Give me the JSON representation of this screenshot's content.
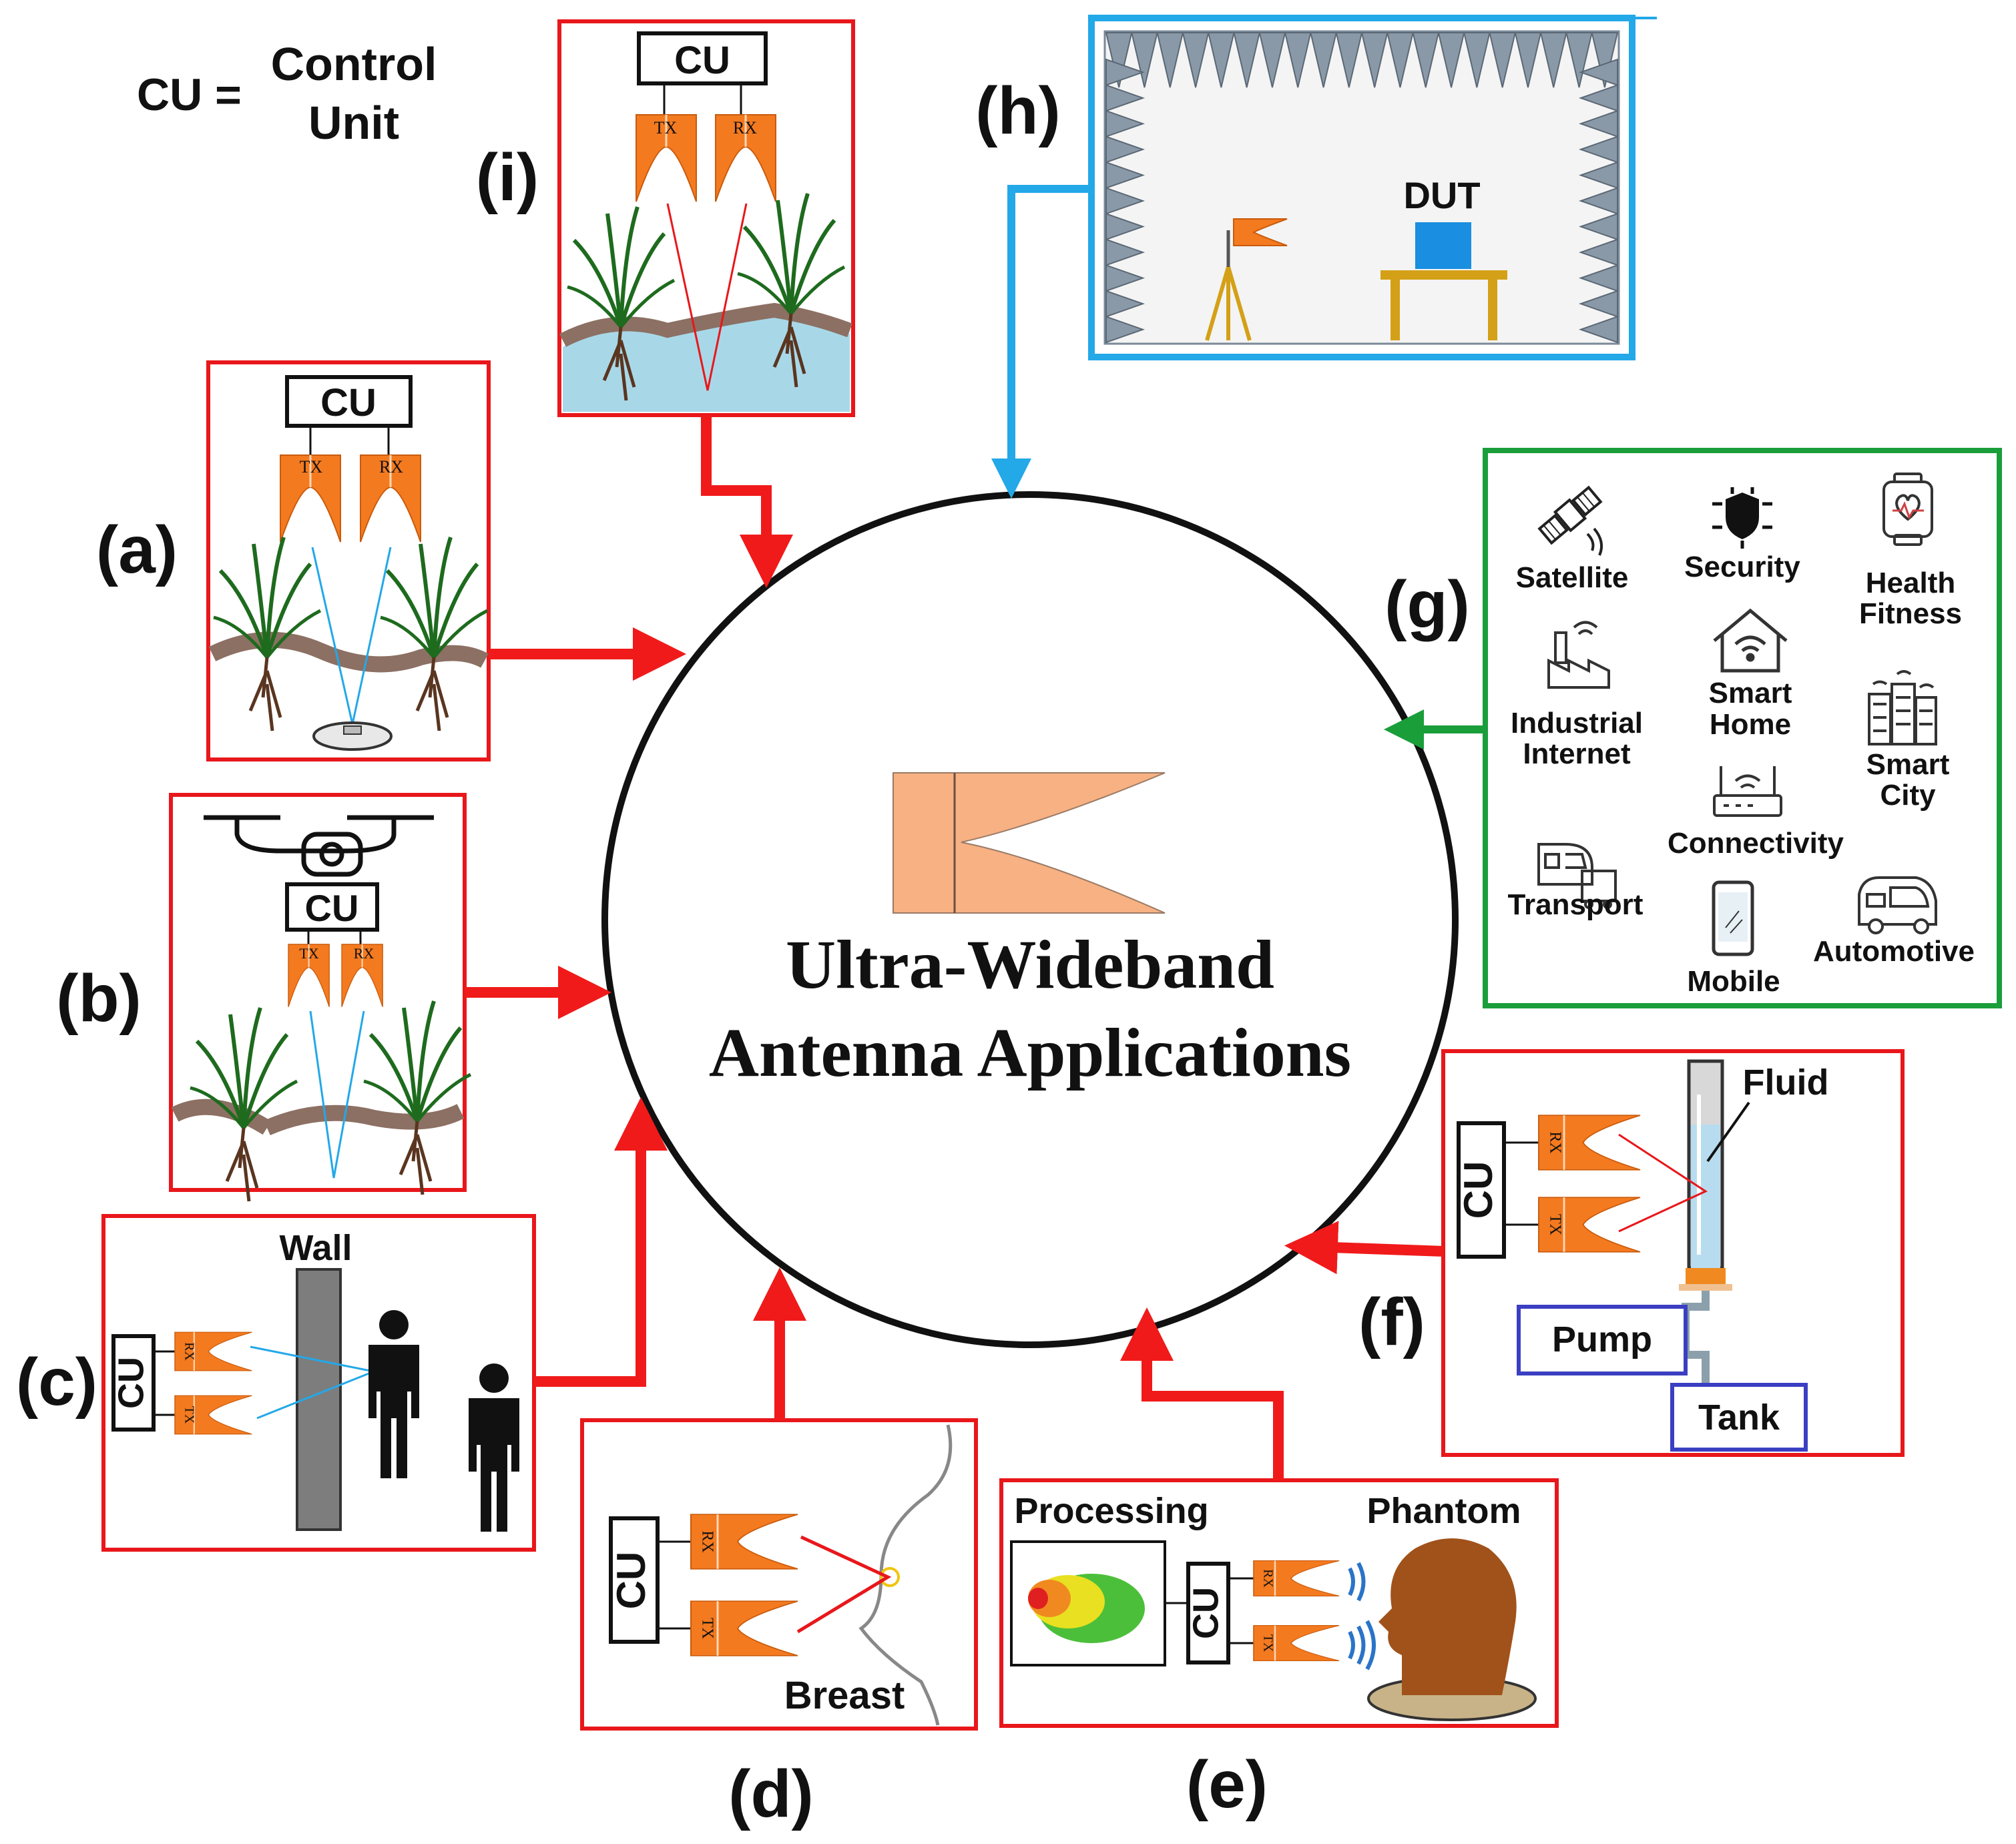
{
  "legend": {
    "abbr": "CU =",
    "line1": "Control",
    "line2": "Unit"
  },
  "center": {
    "line1": "Ultra-Wideband",
    "line2": "Antenna Applications"
  },
  "common": {
    "cu": "CU",
    "tx": "TX",
    "rx": "RX"
  },
  "panels": {
    "a": {
      "letter": "(a)"
    },
    "b": {
      "letter": "(b)"
    },
    "c": {
      "letter": "(c)",
      "wall": "Wall"
    },
    "d": {
      "letter": "(d)",
      "breast": "Breast"
    },
    "e": {
      "letter": "(e)",
      "processing": "Processing",
      "phantom": "Phantom"
    },
    "f": {
      "letter": "(f)",
      "fluid": "Fluid",
      "pump": "Pump",
      "tank": "Tank"
    },
    "g": {
      "letter": "(g)"
    },
    "h": {
      "letter": "(h)",
      "dut": "DUT"
    },
    "i": {
      "letter": "(i)"
    }
  },
  "apps": {
    "satellite": "Satellite",
    "security": "Security",
    "health1": "Health",
    "health2": "Fitness",
    "industrial1": "Industrial",
    "industrial2": "Internet",
    "smarthome1": "Smart",
    "smarthome2": "Home",
    "smartcity1": "Smart",
    "smartcity2": "City",
    "connectivity": "Connectivity",
    "transport": "Transport",
    "mobile": "Mobile",
    "automotive": "Automotive"
  },
  "colors": {
    "panel_border": "#e8171b",
    "arrow_red": "#f01a1a",
    "chamber_border": "#23a8e8",
    "apps_border": "#1a9e3a",
    "antenna": "#f47a20",
    "antenna_center": "#f7b183",
    "pump_tank_border": "#3b3fc2",
    "fluid": "#b8dcef",
    "soil": "#8c7063",
    "water": "#a8d8e8"
  }
}
